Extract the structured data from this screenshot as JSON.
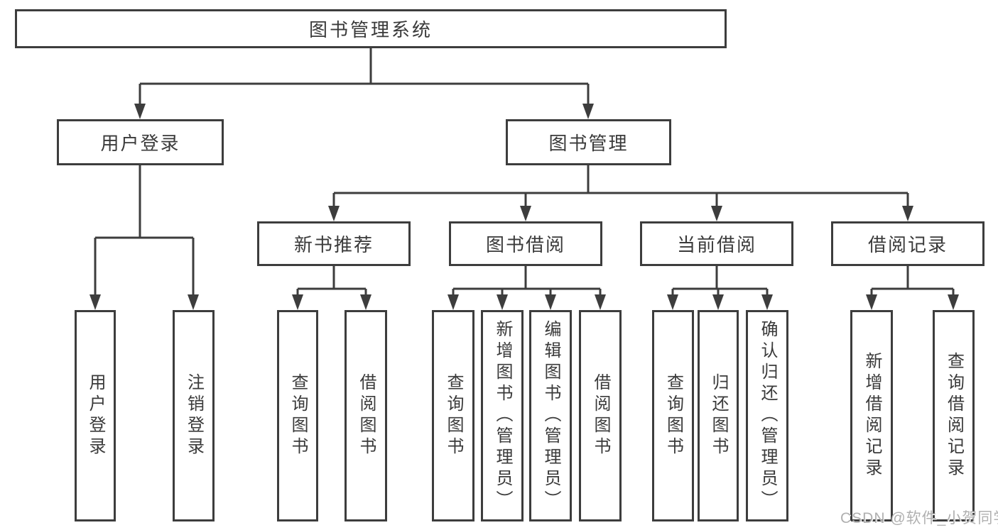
{
  "diagram_title": "图书管理系统",
  "tree": {
    "label": "图书管理系统",
    "children": [
      {
        "label": "用户登录",
        "children": [
          {
            "label": "用户登录"
          },
          {
            "label": "注销登录"
          }
        ]
      },
      {
        "label": "图书管理",
        "children": [
          {
            "label": "新书推荐",
            "children": [
              {
                "label": "查询图书"
              },
              {
                "label": "借阅图书"
              }
            ]
          },
          {
            "label": "图书借阅",
            "children": [
              {
                "label": "查询图书"
              },
              {
                "label": "新增图书（管理员）"
              },
              {
                "label": "编辑图书（管理员）"
              },
              {
                "label": "借阅图书"
              }
            ]
          },
          {
            "label": "当前借阅",
            "children": [
              {
                "label": "查询图书"
              },
              {
                "label": "归还图书"
              },
              {
                "label": "确认归还（管理员）"
              }
            ]
          },
          {
            "label": "借阅记录",
            "children": [
              {
                "label": "新增借阅记录"
              },
              {
                "label": "查询借阅记录"
              }
            ]
          }
        ]
      }
    ]
  },
  "watermark": {
    "text": "CSDN @软件_小贺同学"
  },
  "style": {
    "line_color": "#3d3d3d",
    "box_border_color": "#3d3d3d",
    "text_color": "#3a3a3a",
    "watermark_color": "#b0b0b0",
    "background": "#ffffff"
  }
}
